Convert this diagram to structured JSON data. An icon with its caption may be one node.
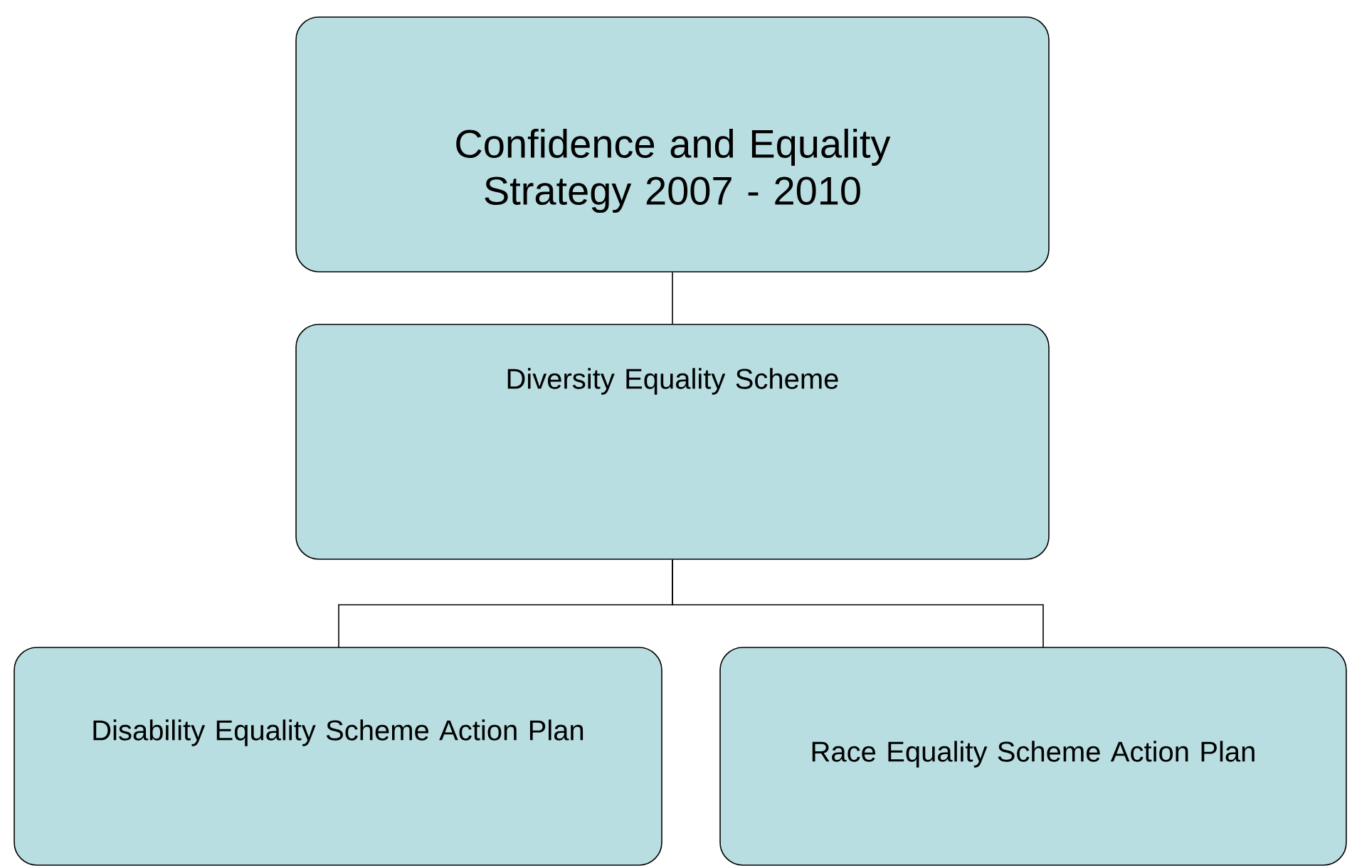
{
  "diagram": {
    "nodes": [
      {
        "text": [
          "Confidence and Equality Strategy 2007 - 2010"
        ]
      },
      {
        "text": [
          "Diversity Equality Scheme"
        ]
      },
      {
        "text": [
          "Disability Equality Scheme Action Plan"
        ]
      },
      {
        "text": [
          "Race Equality Scheme Action Plan"
        ]
      }
    ],
    "edges": [
      {
        "from": 0,
        "to": 1,
        "arrow": "none"
      },
      {
        "from": 1,
        "to": 2,
        "arrow": "none"
      },
      {
        "from": 1,
        "to": 3,
        "arrow": "none"
      }
    ]
  }
}
